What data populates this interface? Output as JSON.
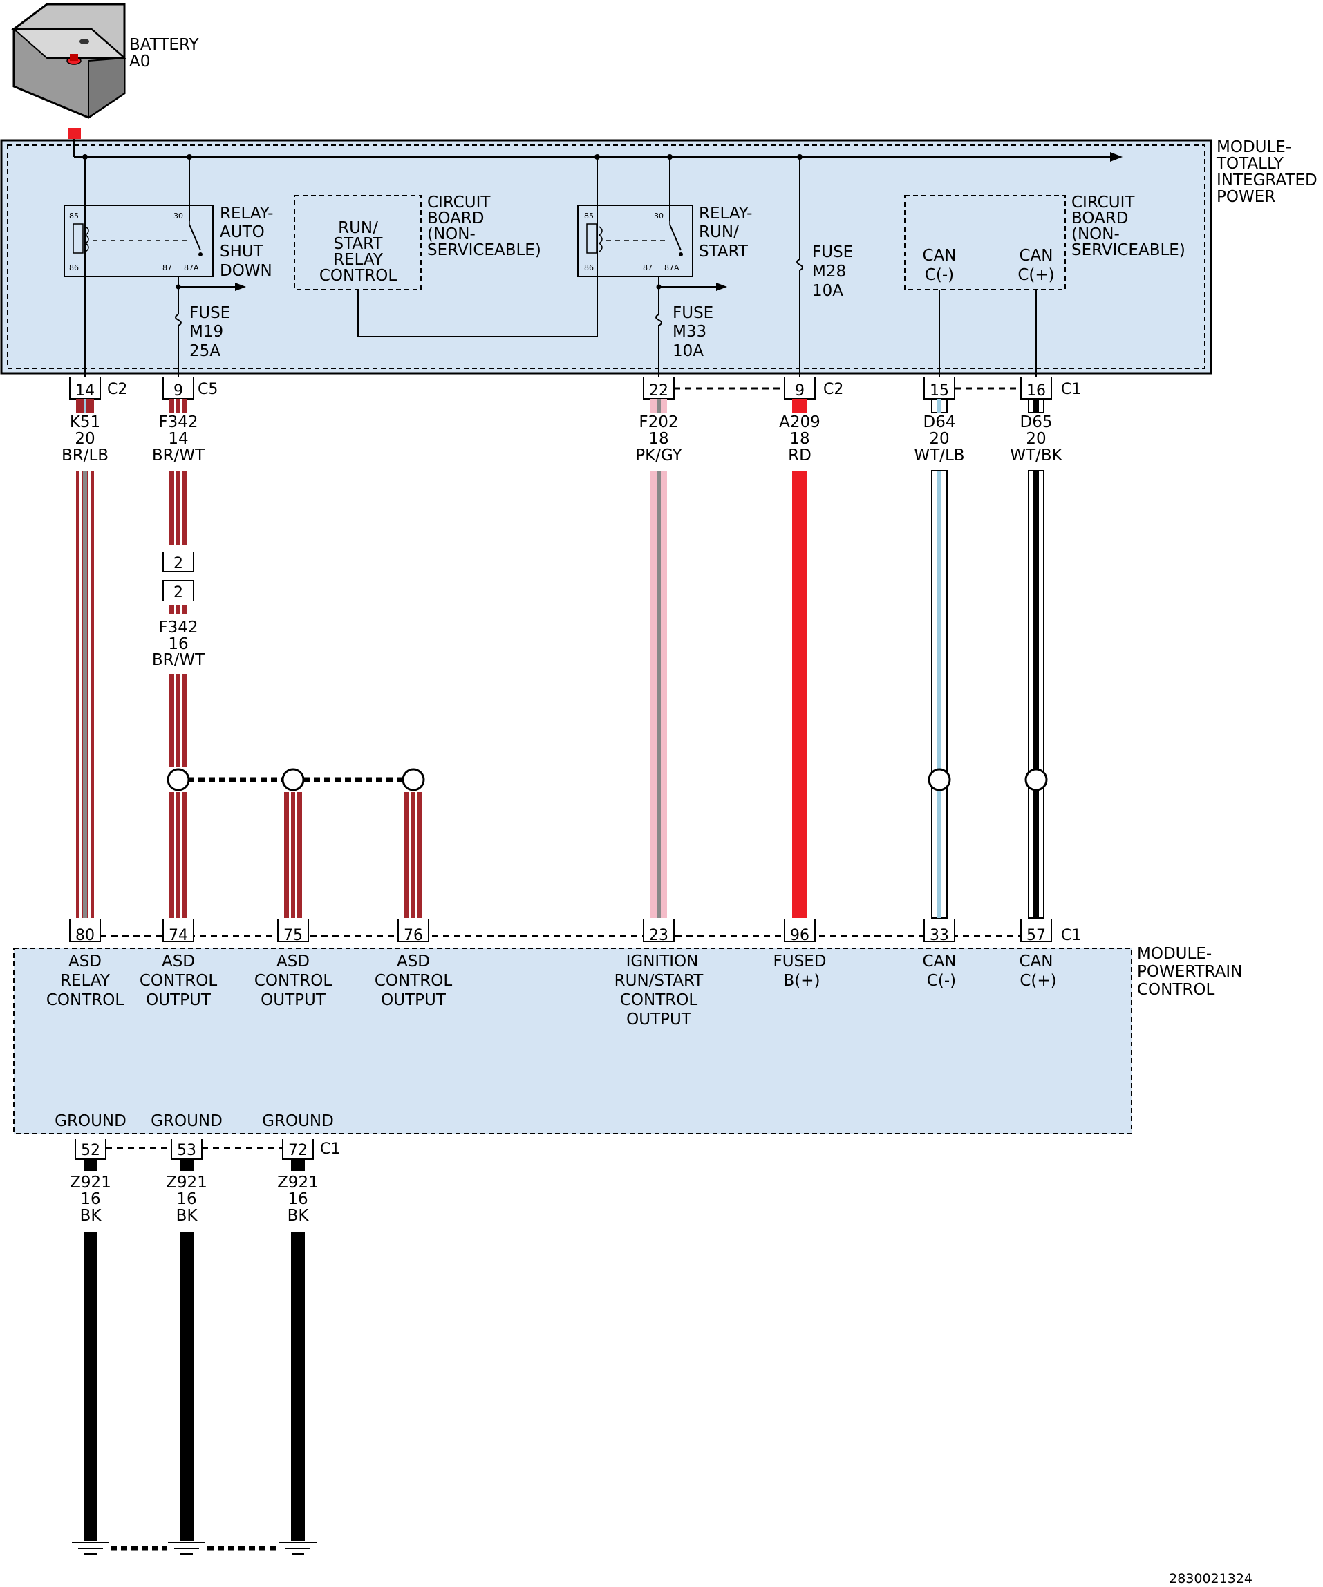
{
  "battery": {
    "name": "BATTERY",
    "id": "A0"
  },
  "tipm": {
    "label": [
      "MODULE-",
      "TOTALLY",
      "INTEGRATED",
      "POWER"
    ]
  },
  "pcm": {
    "label": [
      "MODULE-",
      "POWERTRAIN",
      "CONTROL"
    ]
  },
  "relay_asd": {
    "label": [
      "RELAY-",
      "AUTO",
      "SHUT",
      "DOWN"
    ],
    "pins": [
      "85",
      "86",
      "30",
      "87",
      "87A"
    ]
  },
  "relay_run": {
    "label": [
      "RELAY-",
      "RUN/",
      "START"
    ],
    "pins": [
      "85",
      "86",
      "30",
      "87",
      "87A"
    ]
  },
  "cb1": {
    "label": [
      "CIRCUIT",
      "BOARD",
      "(NON-",
      "SERVICEABLE)"
    ],
    "inner": [
      "RUN/",
      "START",
      "RELAY",
      "CONTROL"
    ]
  },
  "cb2": {
    "label": [
      "CIRCUIT",
      "BOARD",
      "(NON-",
      "SERVICEABLE)"
    ],
    "can_minus": [
      "CAN",
      "C(-)"
    ],
    "can_plus": [
      "CAN",
      "C(+)"
    ]
  },
  "fuses": {
    "m19": [
      "FUSE",
      "M19",
      "25A"
    ],
    "m33": [
      "FUSE",
      "M33",
      "10A"
    ],
    "m28": [
      "FUSE",
      "M28",
      "10A"
    ]
  },
  "tipm_pins": [
    {
      "pin": "14",
      "conn": "C2"
    },
    {
      "pin": "9",
      "conn": "C5"
    },
    {
      "pin": "22",
      "conn": ""
    },
    {
      "pin": "9",
      "conn": "C2"
    },
    {
      "pin": "15",
      "conn": ""
    },
    {
      "pin": "16",
      "conn": "C1"
    }
  ],
  "wires": [
    {
      "circuit": "K51",
      "gauge": "20",
      "color": "BR/LB"
    },
    {
      "circuit": "F342",
      "gauge": "14",
      "color": "BR/WT"
    },
    {
      "circuit": "F202",
      "gauge": "18",
      "color": "PK/GY"
    },
    {
      "circuit": "A209",
      "gauge": "18",
      "color": "RD"
    },
    {
      "circuit": "D64",
      "gauge": "20",
      "color": "WT/LB"
    },
    {
      "circuit": "D65",
      "gauge": "20",
      "color": "WT/BK"
    }
  ],
  "inline_connector": {
    "pin_top": "2",
    "pin_bottom": "2"
  },
  "wire_f342b": {
    "circuit": "F342",
    "gauge": "16",
    "color": "BR/WT"
  },
  "pcm_pins": [
    {
      "pin": "80",
      "label": [
        "ASD",
        "RELAY",
        "CONTROL"
      ]
    },
    {
      "pin": "74",
      "label": [
        "ASD",
        "CONTROL",
        "OUTPUT"
      ]
    },
    {
      "pin": "75",
      "label": [
        "ASD",
        "CONTROL",
        "OUTPUT"
      ]
    },
    {
      "pin": "76",
      "label": [
        "ASD",
        "CONTROL",
        "OUTPUT"
      ]
    },
    {
      "pin": "23",
      "label": [
        "IGNITION",
        "RUN/START",
        "CONTROL",
        "OUTPUT"
      ]
    },
    {
      "pin": "96",
      "label": [
        "FUSED",
        "B(+)"
      ]
    },
    {
      "pin": "33",
      "label": [
        "CAN",
        "C(-)"
      ]
    },
    {
      "pin": "57",
      "label": [
        "CAN",
        "C(+)"
      ]
    }
  ],
  "pcm_conn": "C1",
  "grounds": [
    {
      "label": "GROUND",
      "pin": "52",
      "circuit": "Z921",
      "gauge": "16",
      "color": "BK"
    },
    {
      "label": "GROUND",
      "pin": "53",
      "circuit": "Z921",
      "gauge": "16",
      "color": "BK"
    },
    {
      "label": "GROUND",
      "pin": "72",
      "circuit": "Z921",
      "gauge": "16",
      "color": "BK"
    }
  ],
  "ground_conn": "C1",
  "figure_id": "2830021324",
  "colors": {
    "module_fill": "#d5e4f3",
    "brown": "#a2262c",
    "light_blue": "#9ccbe0",
    "pink": "#f4bcc8",
    "gray": "#888888",
    "red": "#ed1c24",
    "black": "#000000"
  }
}
